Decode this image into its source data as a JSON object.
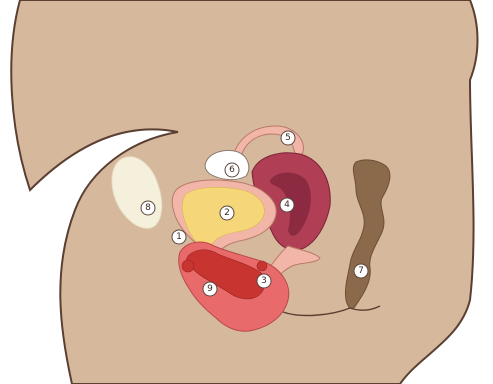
{
  "diagram": {
    "type": "anatomical-sagittal-section",
    "colors": {
      "body": "#d6b89c",
      "outline": "#5a3f32",
      "bladder_wall": "#f2b6a8",
      "bladder_fill": "#f5d77a",
      "uterus": "#b03e55",
      "uterus_dark": "#8c2a41",
      "tube": "#f2b6a8",
      "ovary": "#ffffff",
      "pubic_bone": "#f4f0dc",
      "rectum": "#8b6a4c",
      "vulva_pink": "#e96a6a",
      "vulva_red": "#c8342f"
    },
    "labels": [
      {
        "id": "label-1",
        "text": "1"
      },
      {
        "id": "label-2",
        "text": "2"
      },
      {
        "id": "label-3",
        "text": "3"
      },
      {
        "id": "label-4",
        "text": "4"
      },
      {
        "id": "label-5",
        "text": "5"
      },
      {
        "id": "label-6",
        "text": "6"
      },
      {
        "id": "label-7",
        "text": "7"
      },
      {
        "id": "label-8",
        "text": "8"
      },
      {
        "id": "label-9",
        "text": "9"
      }
    ]
  }
}
